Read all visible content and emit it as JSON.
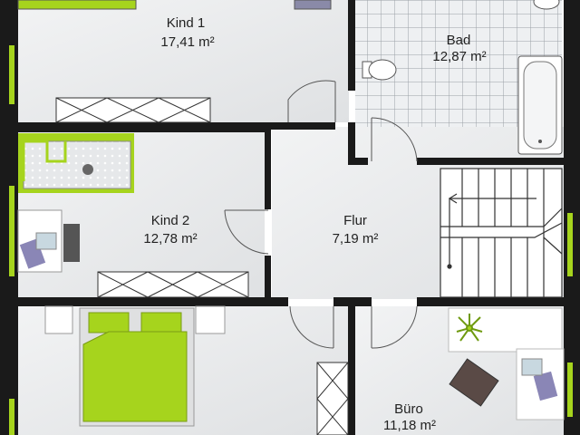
{
  "rooms": {
    "kind1": {
      "name": "Kind 1",
      "area": "17,41 m²"
    },
    "bad": {
      "name": "Bad",
      "area": "12,87 m²"
    },
    "kind2": {
      "name": "Kind 2",
      "area": "12,78 m²"
    },
    "flur": {
      "name": "Flur",
      "area": "7,19 m²"
    },
    "buero": {
      "name": "Büro",
      "area": "11,18 m²"
    }
  },
  "colors": {
    "wall": "#1a1a1a",
    "floor": "#e9eaec",
    "accent_green": "#a6d41d",
    "tile_line": "#9aa0a6",
    "bad_floor": "#eceef0"
  }
}
